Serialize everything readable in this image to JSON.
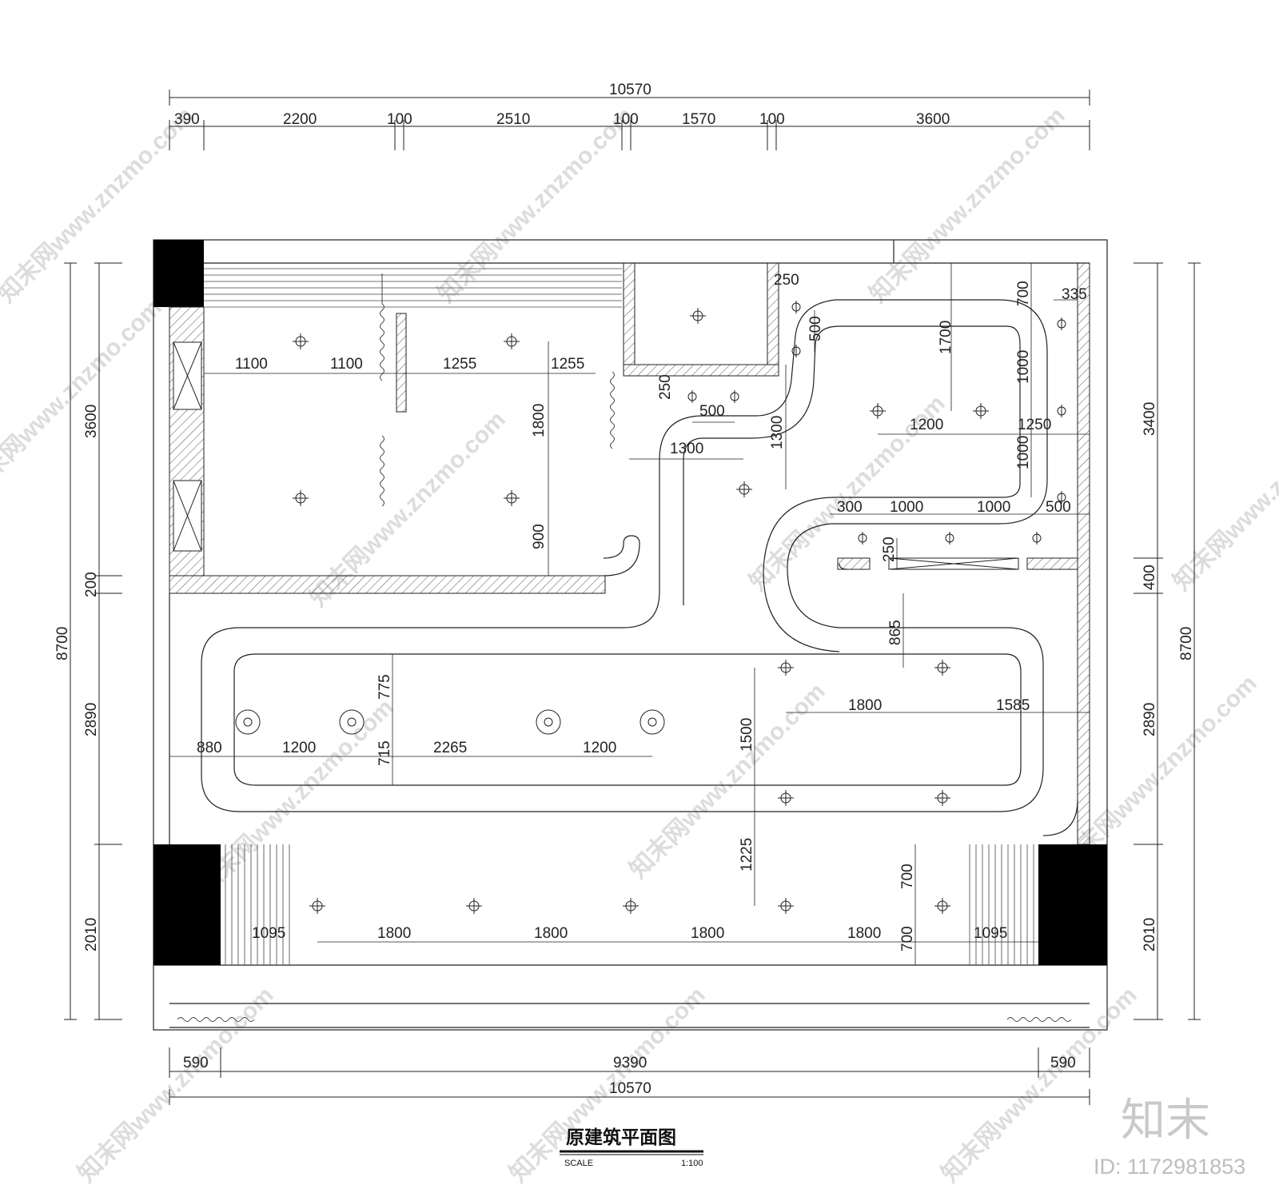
{
  "drawing": {
    "title": "原建筑平面图",
    "scale_label": "SCALE",
    "scale_value": "1:100"
  },
  "dimensions": {
    "top_total": "10570",
    "top_segments": [
      "390",
      "2200",
      "100",
      "2510",
      "100",
      "1570",
      "100",
      "3600"
    ],
    "bottom_segments": [
      "590",
      "9390",
      "590"
    ],
    "bottom_total": "10570",
    "left_total": "8700",
    "left_segments": [
      "3600",
      "200",
      "2890",
      "2010"
    ],
    "right_total": "8700",
    "right_segments": [
      "3400",
      "400",
      "2890",
      "2010"
    ],
    "interior": {
      "d_1100_a": "1100",
      "d_1100_b": "1100",
      "d_1255_a": "1255",
      "d_1255_b": "1255",
      "d_1800_v": "1800",
      "d_900": "900",
      "d_250_a": "250",
      "d_250_b": "250",
      "d_250_c": "250",
      "d_500_a": "500",
      "d_500_b": "500",
      "d_500_c": "500",
      "d_1300_a": "1300",
      "d_1300_b": "1300",
      "d_700_a": "700",
      "d_335": "335",
      "d_1700": "1700",
      "d_1000_a": "1000",
      "d_1000_b": "1000",
      "d_1200_a": "1200",
      "d_1250": "1250",
      "d_300": "300",
      "d_1000_c": "1000",
      "d_1000_d": "1000",
      "d_865": "865",
      "d_775": "775",
      "d_715": "715",
      "d_880": "880",
      "d_1200_b": "1200",
      "d_2265": "2265",
      "d_1200_c": "1200",
      "d_1500": "1500",
      "d_1800_a": "1800",
      "d_1585": "1585",
      "d_1225": "1225",
      "d_700_b": "700",
      "d_700_c": "700",
      "d_1095_a": "1095",
      "d_1800_b": "1800",
      "d_1800_c": "1800",
      "d_1800_d": "1800",
      "d_1800_e": "1800",
      "d_1095_b": "1095"
    }
  },
  "watermark": {
    "text": "知末网www.znzmo.com",
    "logo": "知末",
    "id_label": "ID: 1172981853"
  },
  "colors": {
    "line": "#222222",
    "fill": "#000000",
    "watermark": "#d9d9d9"
  }
}
